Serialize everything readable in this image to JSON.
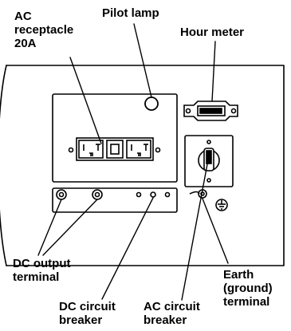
{
  "labels": {
    "ac_receptacle": [
      "AC",
      "receptacle",
      "20A"
    ],
    "pilot_lamp": "Pilot lamp",
    "hour_meter": "Hour meter",
    "dc_output": [
      "DC output",
      "terminal"
    ],
    "dc_breaker": [
      "DC circuit",
      "breaker"
    ],
    "ac_breaker": [
      "AC circuit",
      "breaker"
    ],
    "earth": [
      "Earth",
      "(ground)",
      "terminal"
    ]
  },
  "colors": {
    "line": "#000000",
    "background": "#ffffff"
  }
}
